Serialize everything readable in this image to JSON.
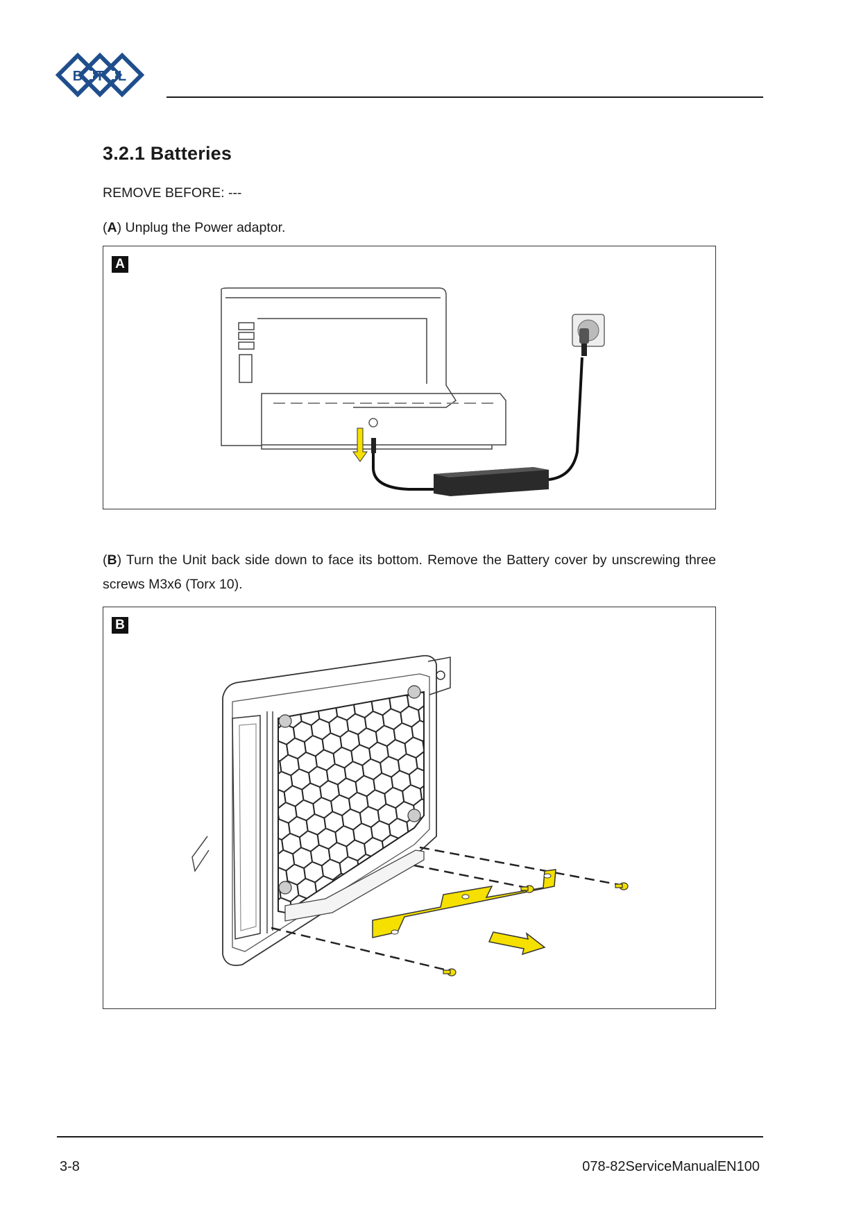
{
  "header": {
    "logo_letters": [
      "B",
      "T",
      "L"
    ],
    "brand_color": "#1f4e8c"
  },
  "section": {
    "title": "3.2.1 Batteries",
    "remove_before": "REMOVE BEFORE: ---"
  },
  "steps": [
    {
      "letter": "A",
      "open": "(",
      "close": ")",
      "text": " Unplug the Power adaptor."
    },
    {
      "letter": "B",
      "open": "(",
      "close": ")",
      "text": " Turn the Unit back side down to face its bottom. Remove the Battery cover by unscrewing three screws M3x6 (Torx 10)."
    }
  ],
  "figures": [
    {
      "label": "A"
    },
    {
      "label": "B"
    }
  ],
  "colors": {
    "highlight_yellow": "#f5e000",
    "line_dark": "#222222"
  },
  "footer": {
    "page_number": "3-8",
    "doc_id": "078-82ServiceManualEN100"
  }
}
